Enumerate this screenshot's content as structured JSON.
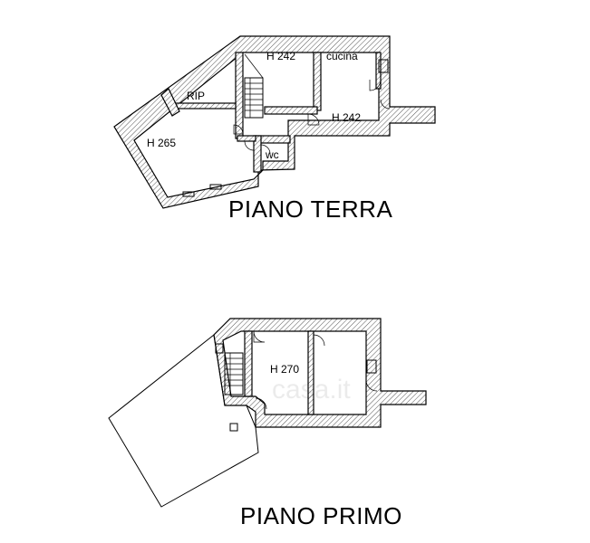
{
  "floors": [
    {
      "title": "PIANO TERRA",
      "labels": {
        "h242_left": "H 242",
        "cucina": "cucina",
        "rip": "RIP",
        "h242_right": "H 242",
        "h265": "H 265",
        "wc": "wc"
      }
    },
    {
      "title": "PIANO PRIMO",
      "labels": {
        "h270": "H 270"
      }
    }
  ],
  "watermark": "casa.it"
}
